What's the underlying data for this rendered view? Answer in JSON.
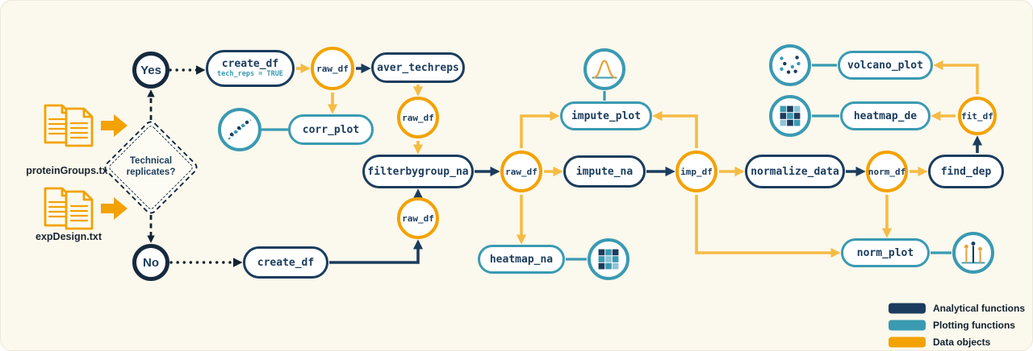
{
  "page": {
    "background": "#FBF8ED"
  },
  "colors": {
    "analytical": "#1B3C5D",
    "plotting": "#3A9AB2",
    "data": "#F2A202"
  },
  "files": [
    {
      "label": "proteinGroups.txt"
    },
    {
      "label": "expDesign.txt"
    }
  ],
  "decision": {
    "question": "Technical replicates?",
    "yes": "Yes",
    "no": "No"
  },
  "functions": {
    "create_df_yes": {
      "label": "create_df",
      "annotation": "tech_reps = TRUE"
    },
    "create_df_no": {
      "label": "create_df"
    },
    "aver_techreps": {
      "label": "aver_techreps"
    },
    "filterbygroup_na": {
      "label": "filterbygroup_na"
    },
    "impute_na": {
      "label": "impute_na"
    },
    "normalize_data": {
      "label": "normalize_data"
    },
    "find_dep": {
      "label": "find_dep"
    }
  },
  "plots": {
    "corr_plot": {
      "label": "corr_plot"
    },
    "impute_plot": {
      "label": "impute_plot"
    },
    "heatmap_na": {
      "label": "heatmap_na"
    },
    "volcano_plot": {
      "label": "volcano_plot"
    },
    "heatmap_de": {
      "label": "heatmap_de"
    },
    "norm_plot": {
      "label": "norm_plot"
    }
  },
  "data_objects": {
    "raw_df": {
      "label": "raw_df"
    },
    "imp_df": {
      "label": "imp_df"
    },
    "norm_df": {
      "label": "norm_df"
    },
    "fit_df": {
      "label": "fit_df"
    }
  },
  "icons": {
    "corr_plot": "scatter-plot-icon",
    "impute_plot": "density-plot-icon",
    "heatmap_na": "heatmap-grid-icon",
    "volcano_plot": "volcano-scatter-icon",
    "heatmap_de": "heatmap-grid-icon",
    "norm_plot": "lollipop-plot-icon",
    "inputs": "document-icon"
  },
  "legend": [
    {
      "label": "Analytical functions",
      "color": "#1B3C5D"
    },
    {
      "label": "Plotting functions",
      "color": "#3A9AB2"
    },
    {
      "label": "Data objects",
      "color": "#F2A202"
    }
  ]
}
